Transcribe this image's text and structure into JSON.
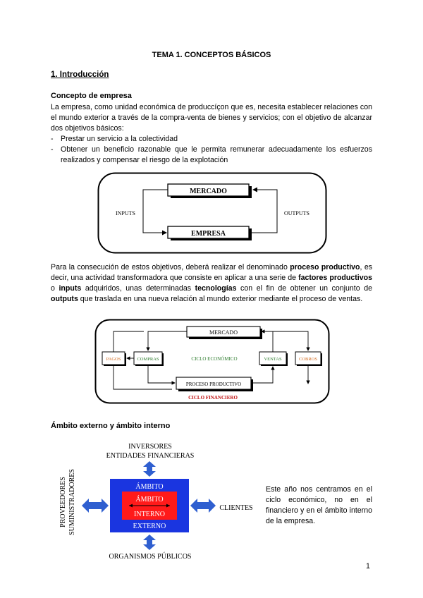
{
  "title": "TEMA 1. CONCEPTOS BÁSICOS",
  "section1": "1. Introducción",
  "concepto": {
    "heading": "Concepto de empresa",
    "para": "La empresa, como unidad económica de produccíçon que es, necesita establecer relaciones con el mundo exterior a través de la compra-venta de bienes y servicios; con el objetivo de alcanzar dos objetivos básicos:",
    "bullets": [
      "Prestar un servicio a la colectividad",
      "Obtener un beneficio razonable que le permita remunerar adecuadamente los esfuerzos realizados y compensar el riesgo de la explotación"
    ]
  },
  "diagram1": {
    "mercado": "MERCADO",
    "empresa": "EMPRESA",
    "inputs": "INPUTS",
    "outputs": "OUTPUTS"
  },
  "para2": {
    "t1": "Para la consecución de estos objetivos, deberá realizar el denominado ",
    "b1": "proceso productivo",
    "t2": ", es decir, una actividad transformadora que consiste en aplicar a una serie de ",
    "b2": "factores productivos",
    "t3": " o ",
    "b3": "inputs",
    "t4": " adquiridos, unas determinadas ",
    "b4": "tecnologías",
    "t5": " con el fin de obtener un conjunto de ",
    "b5": "outputs",
    "t6": " que traslada en una nueva relación al mundo exterior mediante el proceso de ventas."
  },
  "diagram2": {
    "mercado": "MERCADO",
    "pagos": "PAGOS",
    "compras": "COMPRAS",
    "ciclo_economico": "CICLO ECONÓMICO",
    "ventas": "VENTAS",
    "cobros": "COBROS",
    "proceso": "PROCESO PRODUCTIVO",
    "ciclo_financiero": "CICLO FINANCIERO"
  },
  "section_ambito": "Ámbito externo y ámbito interno",
  "diagram3": {
    "top1": "INVERSORES",
    "top2": "ENTIDADES FINANCIERAS",
    "left1": "PROVEEDORES",
    "left2": "SUMINISTRADORES",
    "right": "CLIENTES",
    "bottom": "ORGANISMOS PÚBLICOS",
    "ambito": "ÁMBITO",
    "externo": "EXTERNO",
    "inner_ambito": "ÁMBITO",
    "inner_interno": "INTERNO"
  },
  "side_note": "Este año nos centramos en el ciclo económico, no en el financiero y en el ámbito interno de la empresa.",
  "page_number": "1",
  "colors": {
    "ambito_blue": "#1a35e0",
    "ambito_red": "#ff1a1a",
    "arrow_blue": "#2f5fd0",
    "green": "#2a7a2a",
    "orange": "#d26a1e",
    "red_text": "#c01010"
  }
}
